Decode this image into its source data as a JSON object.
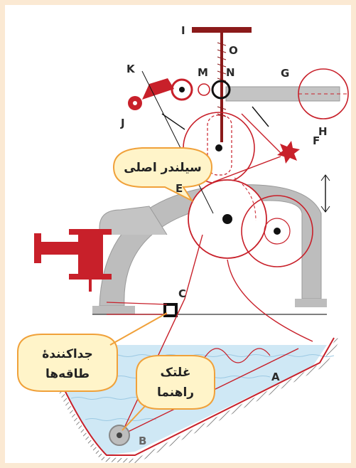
{
  "labels": {
    "I": "I",
    "O": "O",
    "K": "K",
    "M": "M",
    "N": "N",
    "G": "G",
    "J": "J",
    "H": "H",
    "F": "F",
    "E": "E",
    "C": "C",
    "A": "A",
    "B": "B"
  },
  "callouts": {
    "main_cylinder": "سیلندر اصلی",
    "sheet_separator_line1": "جداکنندهٔ",
    "sheet_separator_line2": "طاقه‌ها",
    "guide_roller_line1": "غلتک",
    "guide_roller_line2": "راهنما"
  },
  "colors": {
    "background": "#fbe9d3",
    "machine_red": "#c8202a",
    "frame_gray": "#bdbdbd",
    "water": "#cfe8f5",
    "callout_fill": "#fff4c9",
    "callout_stroke": "#f0a13a"
  }
}
